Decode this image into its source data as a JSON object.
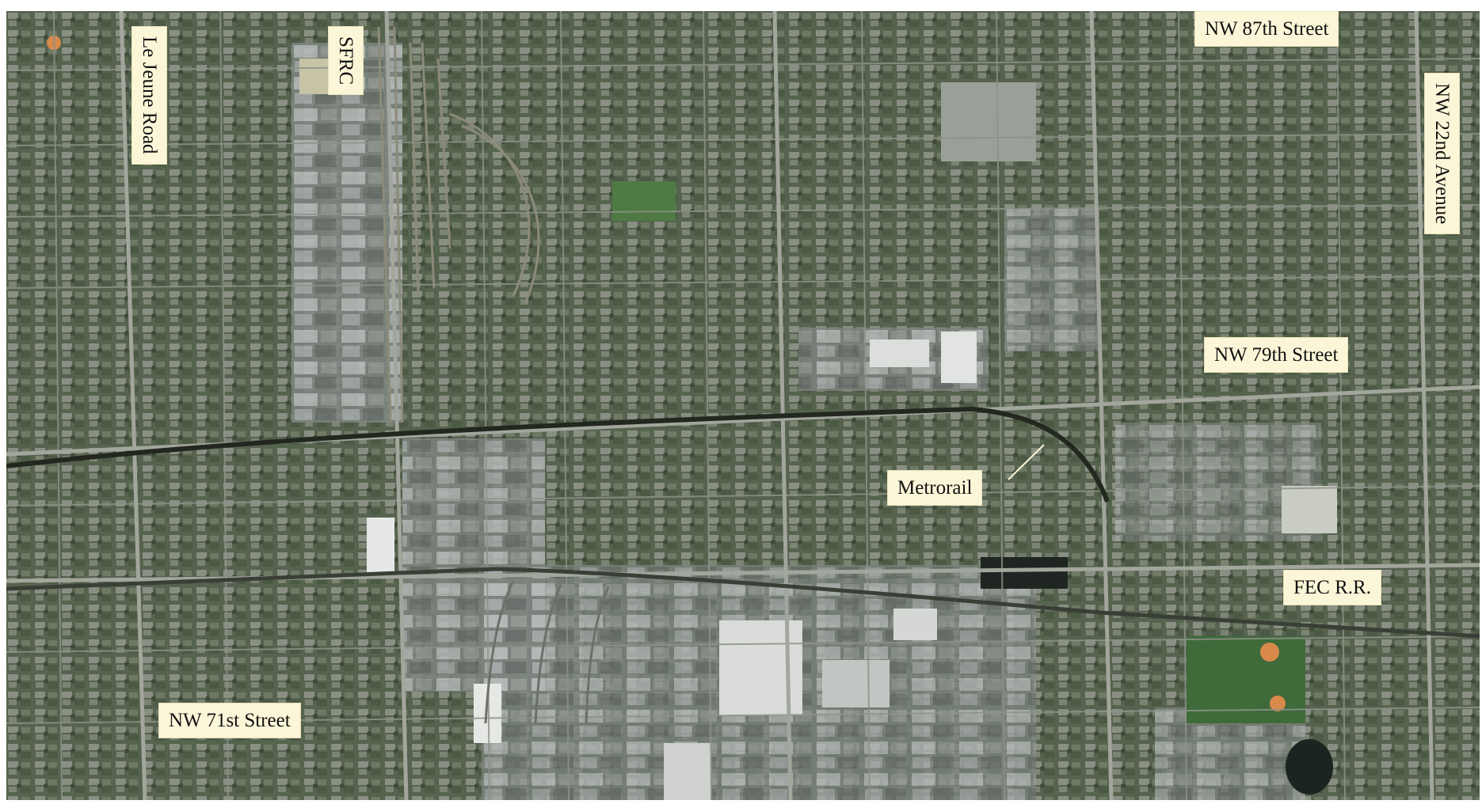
{
  "map": {
    "labels": {
      "le_jeune_road": "Le Jeune Road",
      "sfrc": "SFRC",
      "nw_87th_street": "NW 87th Street",
      "nw_22nd_avenue": "NW 22nd Avenue",
      "nw_79th_street": "NW 79th Street",
      "metrorail": "Metrorail",
      "fec_rr": "FEC R.R.",
      "nw_71st_street": "NW 71st Street"
    }
  }
}
